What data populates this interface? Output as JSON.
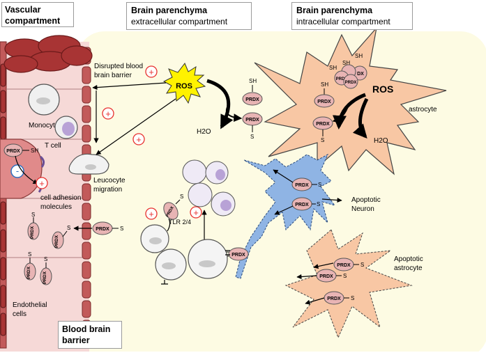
{
  "headers": {
    "vascular": "Vascular compartment",
    "extra_title": "Brain parenchyma",
    "extra_sub": "extracellular compartment",
    "intra_title": "Brain parenchyma",
    "intra_sub": "intracellular compartment",
    "bbb_footer": "Blood brain barrier"
  },
  "labels": {
    "disrupted_bbb_1": "Disrupted blood",
    "disrupted_bbb_2": "brain barrier",
    "monocyte": "Monocyte",
    "t_cell": "T cell",
    "leucocyte_1": "Leucocyte",
    "leucocyte_2": "migration",
    "adhesion_1": "cell adhesion",
    "adhesion_2": "molecules",
    "endothelial_1": "Endothelial",
    "endothelial_2": "cells",
    "ros": "ROS",
    "h2o": "H2O",
    "sh": "SH",
    "s": "S",
    "prdx": "PRDX",
    "dx": "DX",
    "tlr": "TLR 2/4",
    "astrocyte": "astrocyte",
    "apoptotic_neuron_1": "Apoptotic",
    "apoptotic_neuron_2": "Neuron",
    "apoptotic_astro_1": "Apoptotic",
    "apoptotic_astro_2": "astrocyte",
    "plus": "+",
    "minus": "-"
  },
  "colors": {
    "parenchyma_bg": "#fdfbe3",
    "vessel": "#f6d9d7",
    "endothelium": "#b84a4a",
    "rbc": "#a83434",
    "prdx": "#e8b4b4",
    "astrocyte": "#f8c7a4",
    "neuron": "#8fb4e4",
    "ros": "#fff200",
    "plus": "#e8302e",
    "minus": "#2e6fbf"
  }
}
